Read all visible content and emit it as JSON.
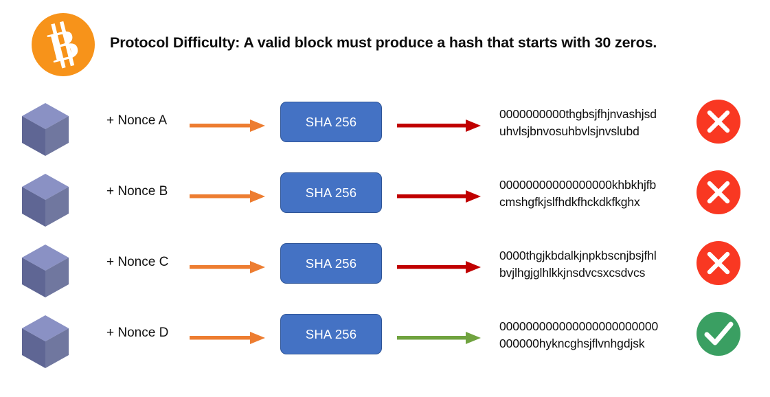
{
  "header": {
    "logo_icon": "bitcoin-icon",
    "logo_color": "#f7931a",
    "title": "Protocol Difficulty: A valid block must produce a hash that starts with 30 zeros."
  },
  "colors": {
    "sha_box_fill": "#4472c4",
    "sha_box_border": "#2f5597",
    "arrow_in": "#ed7d31",
    "arrow_out_fail": "#c00000",
    "arrow_out_pass": "#70a33f",
    "badge_fail": "#f93822",
    "badge_pass": "#3a9f62",
    "cube_top": "#8a91c4",
    "cube_left": "#5f6694",
    "cube_right": "#70779f"
  },
  "rows": [
    {
      "block_icon": "block-cube-icon",
      "nonce_label": "+ Nonce A",
      "arrow_in_icon": "arrow-right-icon",
      "hash_function": "SHA 256",
      "arrow_out_icon": "arrow-right-icon",
      "arrow_out_color": "#c00000",
      "hash_lines": [
        "0000000000thgbsjfhjnvashjsd",
        "uhvlsjbnvosuhbvlsjnvslubd"
      ],
      "status": "invalid",
      "status_icon": "cross-circle-icon",
      "status_color": "#f93822"
    },
    {
      "block_icon": "block-cube-icon",
      "nonce_label": "+ Nonce B",
      "arrow_in_icon": "arrow-right-icon",
      "hash_function": "SHA 256",
      "arrow_out_icon": "arrow-right-icon",
      "arrow_out_color": "#c00000",
      "hash_lines": [
        "00000000000000000khbkhjfb",
        "cmshgfkjslfhdkfhckdkfkghx"
      ],
      "status": "invalid",
      "status_icon": "cross-circle-icon",
      "status_color": "#f93822"
    },
    {
      "block_icon": "block-cube-icon",
      "nonce_label": "+ Nonce C",
      "arrow_in_icon": "arrow-right-icon",
      "hash_function": "SHA 256",
      "arrow_out_icon": "arrow-right-icon",
      "arrow_out_color": "#c00000",
      "hash_lines": [
        "0000thgjkbdalkjnpkbscnjbsjfhl",
        "bvjlhgjglhlkkjnsdvcsxcsdvcs"
      ],
      "status": "invalid",
      "status_icon": "cross-circle-icon",
      "status_color": "#f93822"
    },
    {
      "block_icon": "block-cube-icon",
      "nonce_label": "+ Nonce D",
      "arrow_in_icon": "arrow-right-icon",
      "hash_function": "SHA 256",
      "arrow_out_icon": "arrow-right-icon",
      "arrow_out_color": "#70a33f",
      "hash_lines": [
        "000000000000000000000000",
        "000000hykncghsjflvnhgdjsk"
      ],
      "status": "valid",
      "status_icon": "check-circle-icon",
      "status_color": "#3a9f62"
    }
  ]
}
